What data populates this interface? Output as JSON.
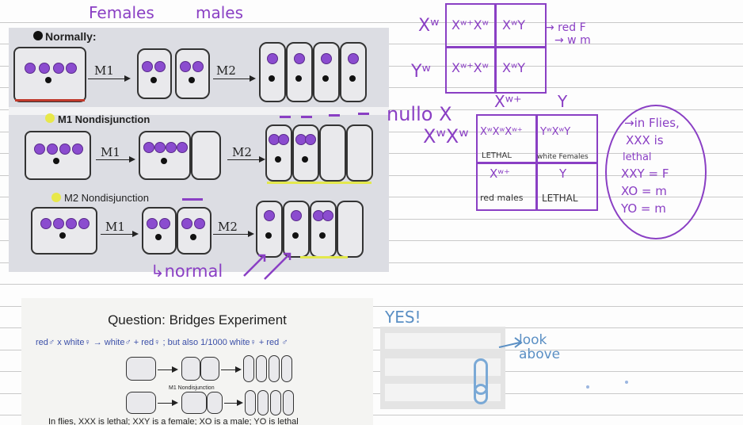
{
  "top_labels": {
    "females": "Females",
    "males": "males"
  },
  "slide1": {
    "normally": "Normally:",
    "m1_nondisjunction": "M1 Nondisjunction",
    "m2_nondisjunction": "M2 Nondisjunction",
    "m1": "M1",
    "m2": "M2"
  },
  "annotations": {
    "normal": "↳normal",
    "nullo_x": "nullo X",
    "yes": "YES!",
    "look_above": "look above"
  },
  "punnett1": {
    "row1": "Xʷ",
    "row2": "Yʷ",
    "c11": "Xʷ⁺Xʷ",
    "c12": "XʷY",
    "c21": "Xʷ⁺Xʷ",
    "c22": "XʷY",
    "note1": "→ red F",
    "note2": "→ w  m"
  },
  "punnett2": {
    "col1": "Xʷ⁺",
    "col2": "Y",
    "row1": "XʷXʷ",
    "c11": "XʷXʷXʷ⁺",
    "c11_note": "LETHAL",
    "c12": "YʷXʷY",
    "c12_note": "white Females",
    "c21": "Xʷ⁺",
    "c21_note": "red males",
    "c22": "Y",
    "c22_note": "LETHAL"
  },
  "circle_notes": [
    "→in Flies,",
    "XXX is",
    "lethal",
    "XXY = F",
    "XO = m",
    "YO = m"
  ],
  "slide2": {
    "title": "Question: Bridges Experiment",
    "cross_text": "red♂ x white♀ → white♂ + red♀ ; but also 1/1000 white♀ + red ♂",
    "m1_label": "M1 Nondisjunction",
    "bottom_text": "In flies, XXX is lethal; XXY is a female; XO is a male; YO is lethal"
  },
  "colors": {
    "ink": "#8a3fc4",
    "highlight": "#e3e84d",
    "ruled": "#c9c9c9"
  }
}
